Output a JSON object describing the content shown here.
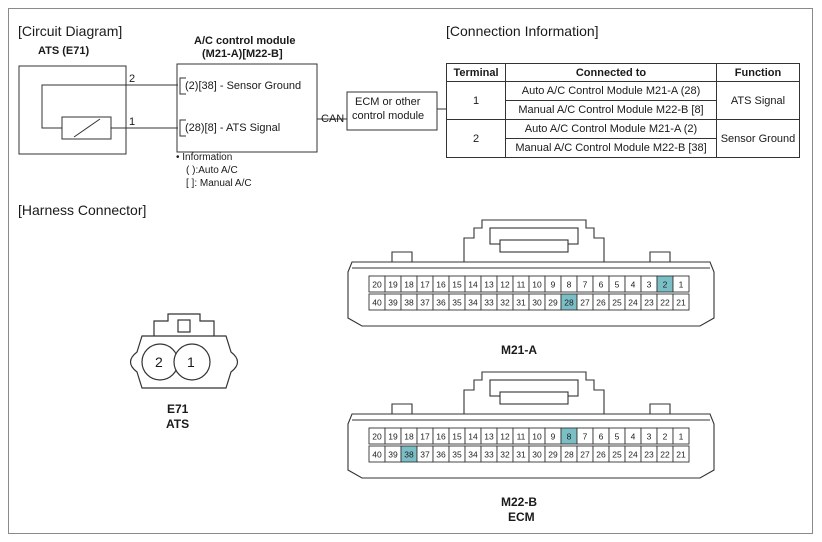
{
  "sections": {
    "circuit": "[Circuit Diagram]",
    "connection": "[Connection Information]",
    "harness": "[Harness Connector]"
  },
  "circuit": {
    "ats_title": "ATS (E71)",
    "module_title_1": "A/C control module",
    "module_title_2": "(M21-A)[M22-B]",
    "pin_top": "2",
    "pin_bottom": "1",
    "sensor_ground": "(2)[38] - Sensor Ground",
    "ats_signal": "(28)[8] - ATS Signal",
    "can": "CAN",
    "ecm_1": "ECM or other",
    "ecm_2": "control module",
    "info_title": "• Information",
    "info_auto": "( ):Auto A/C",
    "info_manual": "[ ]: Manual A/C"
  },
  "connection_table": {
    "headers": [
      "Terminal",
      "Connected to",
      "Function"
    ],
    "rows": [
      {
        "terminal": "1",
        "connected": [
          "Auto A/C Control Module M21-A (28)",
          "Manual A/C Control Module M22-B [8]"
        ],
        "function": "ATS Signal"
      },
      {
        "terminal": "2",
        "connected": [
          "Auto A/C Control Module M21-A (2)",
          "Manual A/C Control Module M22-B [38]"
        ],
        "function": "Sensor Ground"
      }
    ]
  },
  "e71": {
    "pins": [
      "2",
      "1"
    ],
    "label_1": "E71",
    "label_2": "ATS"
  },
  "connectors": [
    {
      "label_1": "M21-A",
      "label_2": "",
      "highlight": [
        "2",
        "28"
      ]
    },
    {
      "label_1": "M22-B",
      "label_2": "ECM",
      "highlight": [
        "8",
        "38"
      ]
    }
  ],
  "connector_rows": {
    "top": [
      "20",
      "19",
      "18",
      "17",
      "16",
      "15",
      "14",
      "13",
      "12",
      "11",
      "10",
      "9",
      "8",
      "7",
      "6",
      "5",
      "4",
      "3",
      "2",
      "1"
    ],
    "bottom": [
      "40",
      "39",
      "38",
      "37",
      "36",
      "35",
      "34",
      "33",
      "32",
      "31",
      "30",
      "29",
      "28",
      "27",
      "26",
      "25",
      "24",
      "23",
      "22",
      "21"
    ]
  },
  "colors": {
    "highlight": "#7bbfc6",
    "line": "#333333",
    "connector_fill": "#ffffff"
  }
}
